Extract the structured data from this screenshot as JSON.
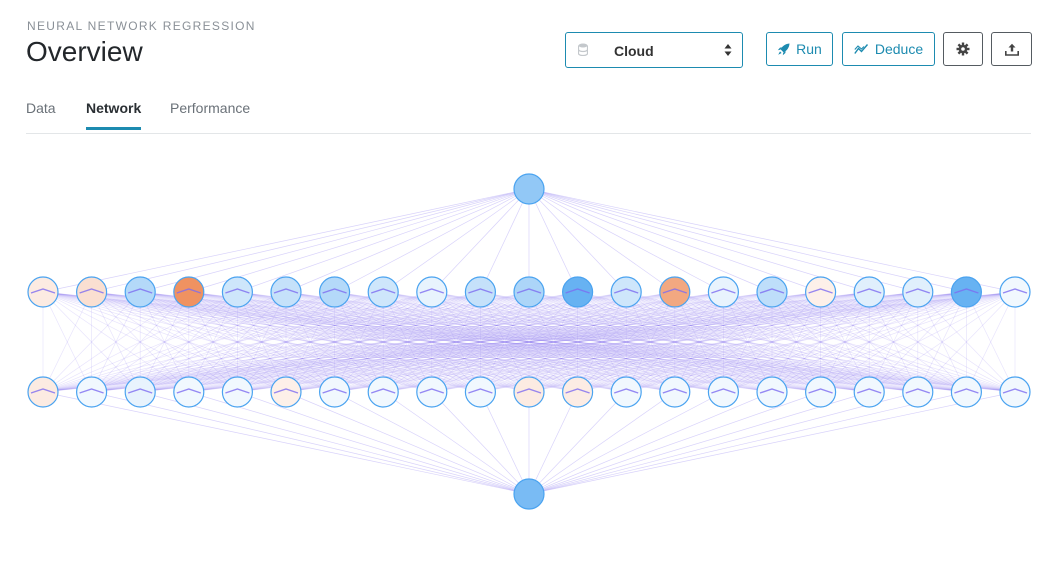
{
  "header": {
    "eyebrow": "NEURAL NETWORK REGRESSION",
    "title": "Overview"
  },
  "toolbar": {
    "select_value": "Cloud",
    "run_label": "Run",
    "deduce_label": "Deduce",
    "settings_icon": "gear-icon",
    "export_icon": "upload-icon"
  },
  "tabs": [
    {
      "label": "Data",
      "active": false
    },
    {
      "label": "Network",
      "active": true
    },
    {
      "label": "Performance",
      "active": false
    }
  ],
  "network": {
    "layers": [
      {
        "name": "input",
        "count": 1,
        "activations": [
          0.55
        ]
      },
      {
        "name": "hidden_1",
        "count": 21,
        "activations": [
          -0.1,
          -0.2,
          0.35,
          -0.9,
          0.2,
          0.25,
          0.35,
          0.2,
          0.05,
          0.25,
          0.4,
          0.8,
          0.2,
          -0.7,
          0.05,
          0.3,
          -0.05,
          0.1,
          0.1,
          0.8,
          0.0
        ]
      },
      {
        "name": "hidden_2",
        "count": 21,
        "activations": [
          -0.1,
          0.0,
          0.05,
          0.0,
          0.0,
          -0.05,
          0.0,
          0.0,
          0.0,
          0.0,
          -0.1,
          -0.08,
          0.0,
          0.0,
          0.0,
          0.0,
          0.0,
          0.0,
          0.0,
          0.0,
          0.0
        ]
      },
      {
        "name": "output",
        "count": 1,
        "activations": [
          0.7
        ]
      }
    ],
    "colors": {
      "node_border": "#4aa3f0",
      "positive": "#4aa3f0",
      "negative": "#ee8a55",
      "edge": "#7d6bf0"
    }
  }
}
